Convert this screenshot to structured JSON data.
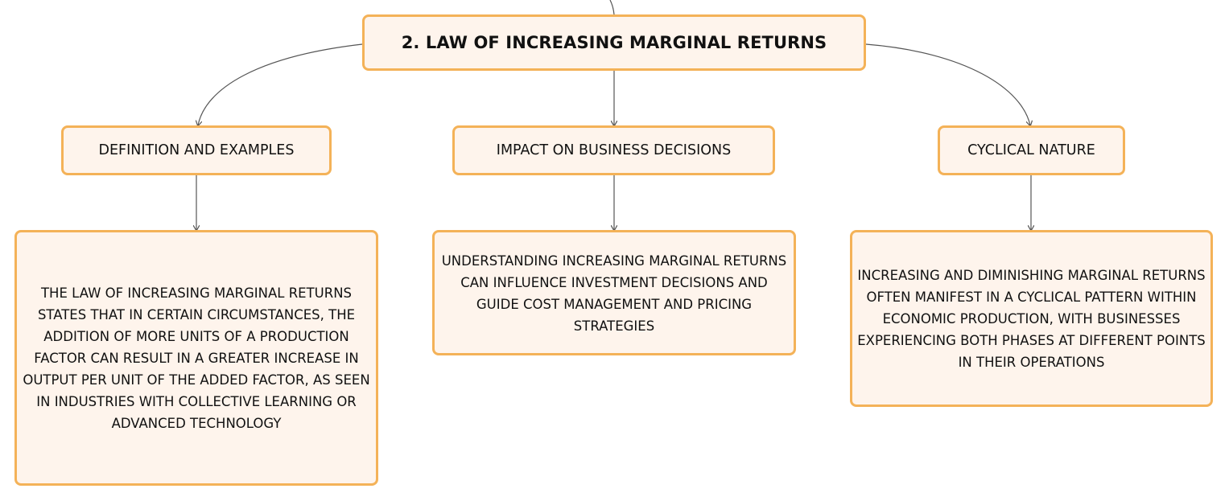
{
  "root": {
    "label": "2. LAW OF INCREASING MARGINAL RETURNS"
  },
  "branches": [
    {
      "label": "DEFINITION AND EXAMPLES",
      "detail": "THE LAW OF INCREASING MARGINAL RETURNS STATES THAT IN CERTAIN CIRCUMSTANCES, THE ADDITION OF MORE UNITS OF A PRODUCTION FACTOR CAN RESULT IN A GREATER INCREASE IN OUTPUT PER UNIT OF THE ADDED FACTOR, AS SEEN IN INDUSTRIES WITH COLLECTIVE LEARNING OR ADVANCED TECHNOLOGY"
    },
    {
      "label": "IMPACT ON BUSINESS DECISIONS",
      "detail": "UNDERSTANDING INCREASING MARGINAL RETURNS CAN INFLUENCE INVESTMENT DECISIONS AND GUIDE COST MANAGEMENT AND PRICING STRATEGIES"
    },
    {
      "label": "CYCLICAL NATURE",
      "detail": "INCREASING AND DIMINISHING MARGINAL RETURNS OFTEN MANIFEST IN A CYCLICAL PATTERN WITHIN ECONOMIC PRODUCTION, WITH BUSINESSES EXPERIENCING BOTH PHASES AT DIFFERENT POINTS IN THEIR OPERATIONS"
    }
  ],
  "colors": {
    "node_fill": "#fef4ec",
    "node_border": "#f4b258",
    "connector": "#555555"
  }
}
